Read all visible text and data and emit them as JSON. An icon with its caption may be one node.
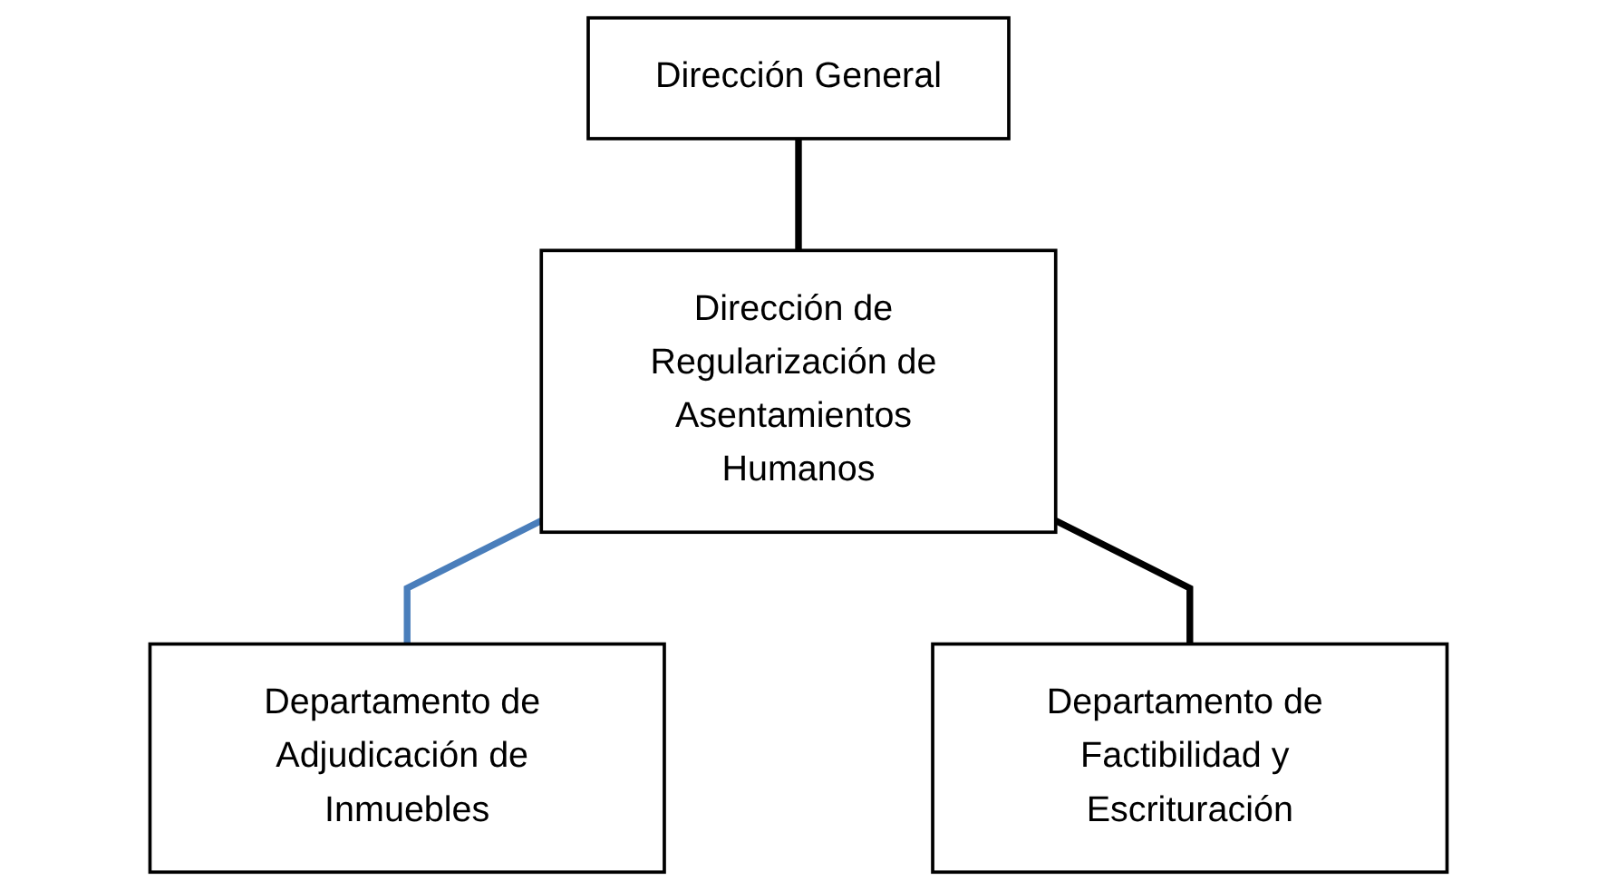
{
  "diagram": {
    "nodes": [
      {
        "text": [
          "Dirección General"
        ]
      },
      {
        "text": [
          "Dirección de Regularización de Asentamientos Humanos"
        ]
      },
      {
        "text": [
          "Departamento de Adjudicación de Inmuebles"
        ]
      },
      {
        "text": [
          "Departamento de Factibilidad y Escrituración"
        ]
      }
    ],
    "edges": [
      {
        "from": 0,
        "to": 1,
        "arrow": "none"
      },
      {
        "from": 1,
        "to": 2,
        "arrow": "none",
        "color": "#4a7ebb"
      },
      {
        "from": 1,
        "to": 3,
        "arrow": "none"
      }
    ]
  }
}
